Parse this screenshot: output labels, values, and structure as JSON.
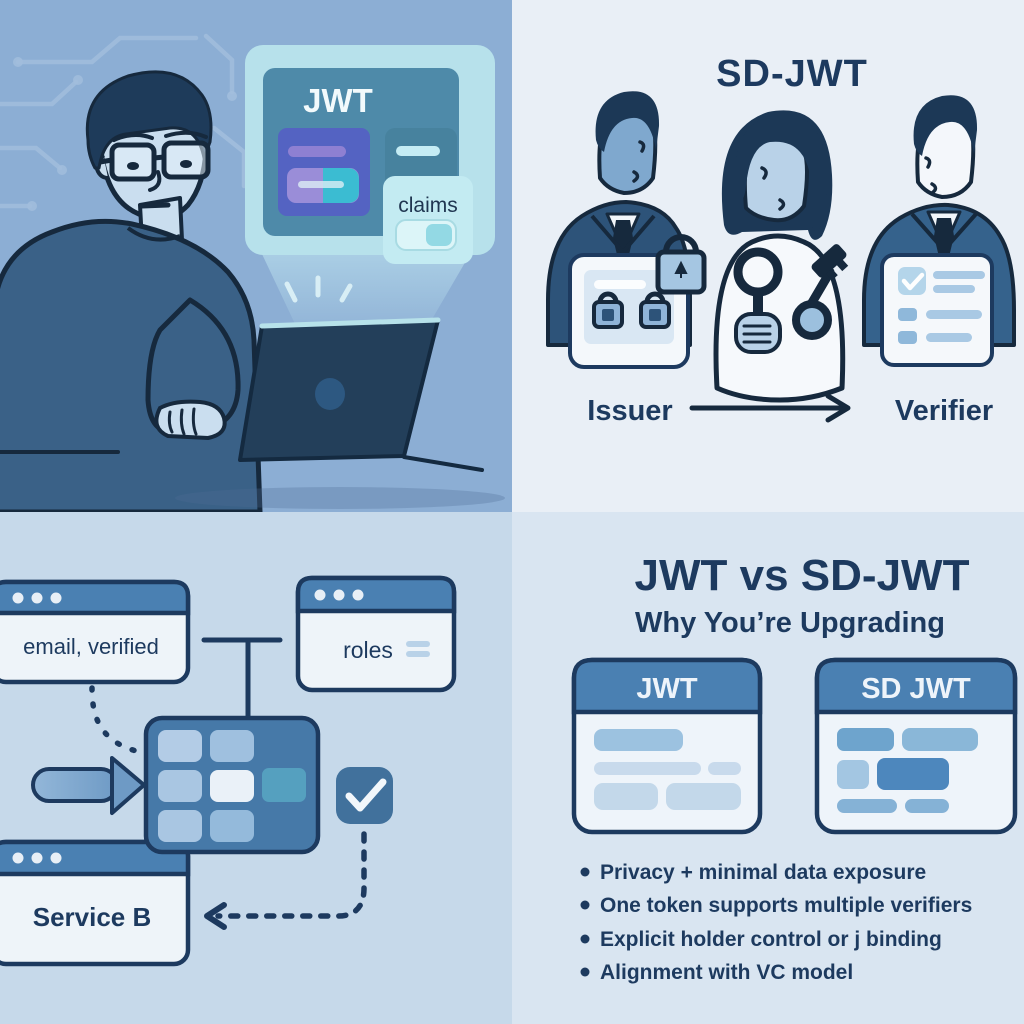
{
  "panels": {
    "top_left": {
      "token_label": "JWT",
      "claims_label": "claims"
    },
    "top_right": {
      "title": "SD-JWT",
      "issuer_label": "Issuer",
      "verifier_label": "Verifier"
    },
    "bottom_left": {
      "claims_window_label": "email, verified",
      "roles_window_label": "roles",
      "service_window_label": "Service B"
    },
    "bottom_right": {
      "title": "JWT vs SD-JWT",
      "subtitle": "Why You’re Upgrading",
      "jwt_card_label": "JWT",
      "sd_jwt_card_label": "SD JWT",
      "bullets": [
        "Privacy + minimal data exposure",
        "One token supports multiple verifiers",
        "Explicit holder control or j binding",
        "Alignment with VC model"
      ]
    }
  },
  "icons": {
    "padlock": "padlock-icon",
    "key": "key-icon",
    "checkmark": "checkmark-icon",
    "toggle_switch": "toggle-switch-icon",
    "menu_lines": "menu-lines-icon",
    "window_dots": "window-dots-icon",
    "arrow_right": "arrow-right-icon"
  },
  "colors": {
    "outline_navy": "#16293d",
    "text_navy": "#1d3a5f",
    "header_blue": "#4a80b2",
    "tl_background": "#8caed4",
    "tr_background": "#e9eff6",
    "bl_background": "#c6d9ea",
    "br_background": "#d9e5f1",
    "panel_cyan": "#b7e1eb",
    "panel_teal": "#4e8aa9",
    "indigo_card": "#5463c2",
    "purple_accent": "#8e80d2",
    "cyan_accent": "#3bbcd2",
    "teal_cell": "#55a0bf",
    "dark_pill_blue": "#4d87bd"
  }
}
